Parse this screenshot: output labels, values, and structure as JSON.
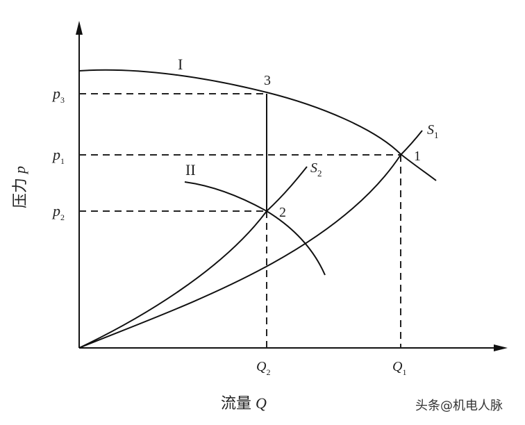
{
  "chart_data": {
    "type": "line",
    "title": "",
    "xlabel": "流量 Q",
    "ylabel": "压力 p",
    "grid": false,
    "y_ticks": [
      "p3",
      "p1",
      "p2"
    ],
    "x_ticks": [
      "Q2",
      "Q1"
    ],
    "series": [
      {
        "name": "I",
        "kind": "pump curve",
        "points": [
          [
            0,
            1.0
          ],
          [
            0.3,
            0.98
          ],
          [
            0.55,
            0.9
          ],
          [
            0.75,
            0.7
          ],
          [
            0.84,
            0.6
          ]
        ]
      },
      {
        "name": "II",
        "kind": "pump curve",
        "points": [
          [
            0.32,
            0.6
          ],
          [
            0.55,
            0.49
          ],
          [
            0.72,
            0.28
          ]
        ]
      },
      {
        "name": "S1",
        "kind": "system curve",
        "points": [
          [
            0,
            0
          ],
          [
            0.55,
            0.3
          ],
          [
            0.75,
            0.7
          ],
          [
            0.8,
            0.78
          ]
        ]
      },
      {
        "name": "S2",
        "kind": "system curve",
        "points": [
          [
            0,
            0
          ],
          [
            0.55,
            0.49
          ],
          [
            0.68,
            0.64
          ]
        ]
      }
    ],
    "annotations": [
      {
        "label": "1",
        "at": "Q1, p1",
        "desc": "intersection of I and S1"
      },
      {
        "label": "2",
        "at": "Q2, p2",
        "desc": "intersection of II and S2"
      },
      {
        "label": "3",
        "at": "Q2, p3",
        "desc": "on curve I above point 2"
      }
    ]
  },
  "labels": {
    "curve_I": "I",
    "curve_II": "II",
    "S1": "S",
    "S1_sub": "1",
    "S2": "S",
    "S2_sub": "2",
    "pt1": "1",
    "pt2": "2",
    "pt3": "3",
    "p3": "p",
    "p3_sub": "3",
    "p1": "p",
    "p1_sub": "1",
    "p2": "p",
    "p2_sub": "2",
    "Q2": "Q",
    "Q2_sub": "2",
    "Q1": "Q",
    "Q1_sub": "1",
    "ylabel_cn": "压力",
    "ylabel_sym": "p",
    "xlabel_cn": "流量",
    "xlabel_sym": "Q"
  },
  "watermark": "头条@机电人脉"
}
